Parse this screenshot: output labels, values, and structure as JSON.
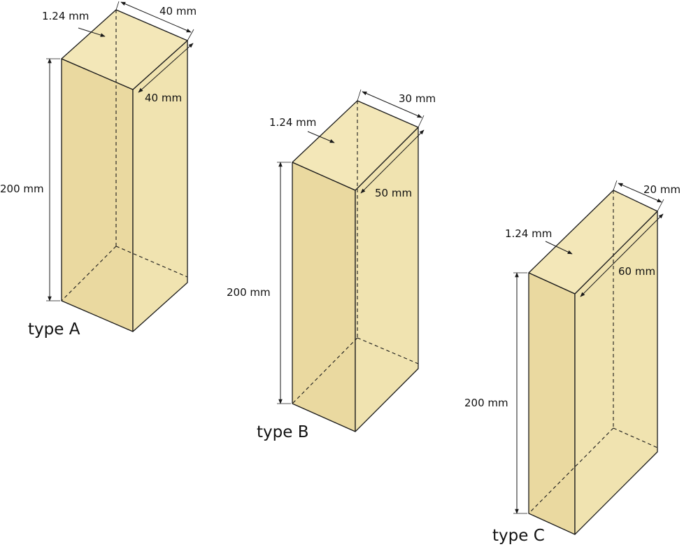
{
  "boxes": {
    "a": {
      "type_label": "type A",
      "thickness": "1.24 mm",
      "width": "40 mm",
      "depth": "40 mm",
      "height": "200 mm"
    },
    "b": {
      "type_label": "type B",
      "thickness": "1.24 mm",
      "width": "30 mm",
      "depth": "50 mm",
      "height": "200 mm"
    },
    "c": {
      "type_label": "type C",
      "thickness": "1.24 mm",
      "width": "20 mm",
      "depth": "60 mm",
      "height": "200 mm"
    }
  },
  "colors": {
    "fill": "#f0e3b0",
    "stroke": "#1a1a1a"
  }
}
